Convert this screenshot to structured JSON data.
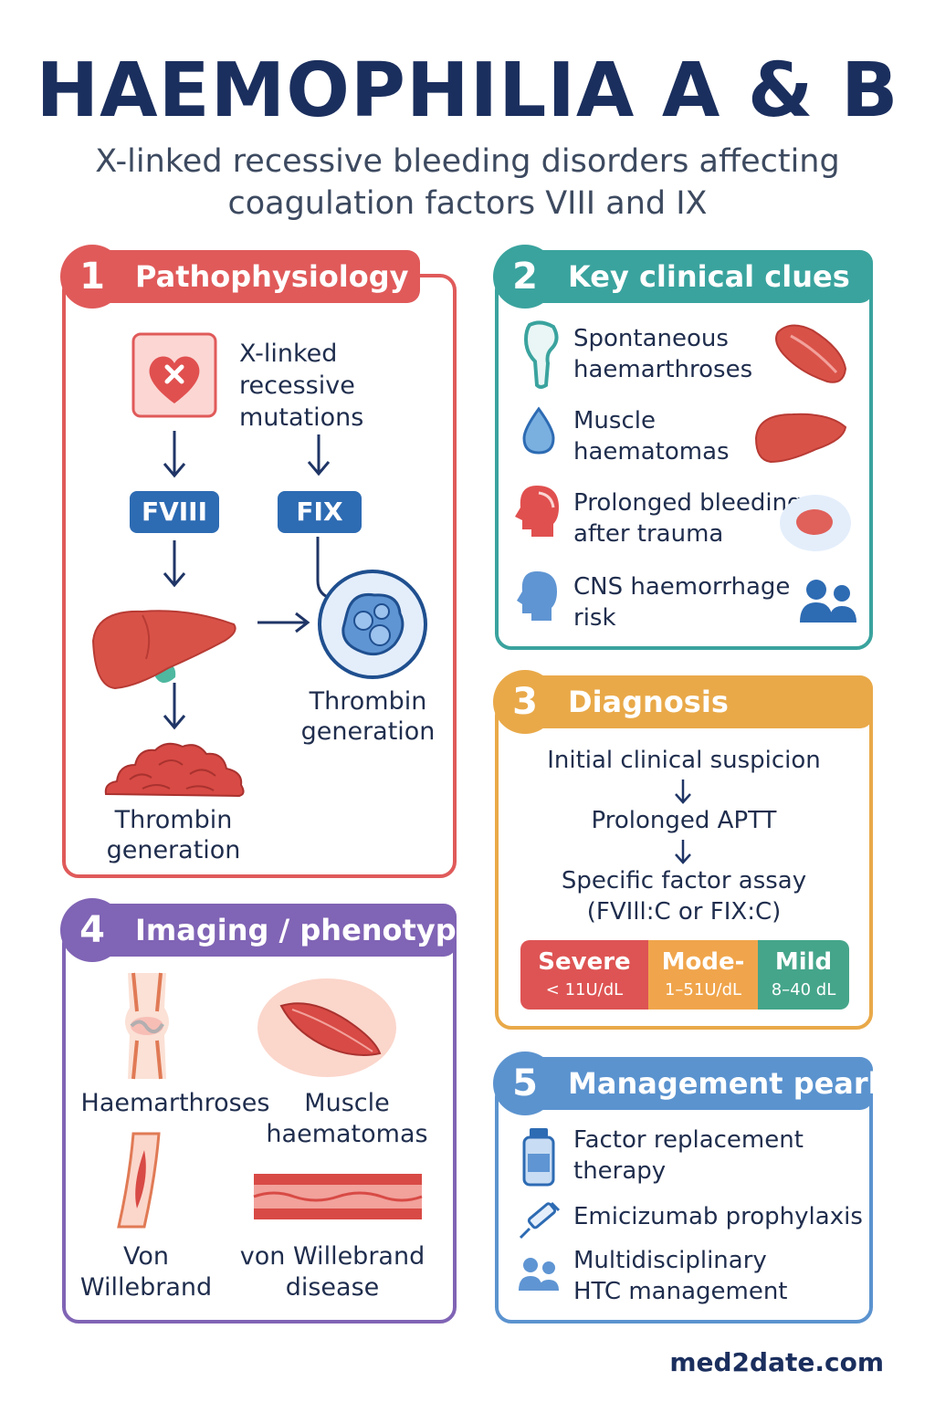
{
  "header": {
    "title": "HAEMOPHILIA A & B",
    "subtitle_line1": "X-linked recessive bleeding disorders affecting",
    "subtitle_line2": "coagulation factors VIII and IX"
  },
  "panel1": {
    "number": "1",
    "title": "Pathophysiology",
    "mutation_line1": "X-linked",
    "mutation_line2": "recessive",
    "mutation_line3": "mutations",
    "tag_f8": "FVIII",
    "tag_f9": "FIX",
    "right_label_line1": "Thrombin",
    "right_label_line2": "generation",
    "bottom_label_line1": "Thrombin",
    "bottom_label_line2": "generation",
    "color": "#e05a5a"
  },
  "panel2": {
    "number": "2",
    "title": "Key clinical clues",
    "items": [
      {
        "line1": "Spontaneous",
        "line2": "haemarthroses"
      },
      {
        "line1": "Muscle",
        "line2": "haematomas"
      },
      {
        "line1": "Prolonged bleeding",
        "line2": "after trauma"
      },
      {
        "line1": "CNS haemorrhage",
        "line2": "risk"
      }
    ],
    "color": "#3aa39e"
  },
  "panel3": {
    "number": "3",
    "title": "Diagnosis",
    "step1": "Initial clinical suspicion",
    "step2": "Prolonged APTT",
    "step3_line1": "Specific factor assay",
    "step3_line2": "(FVIll:C or FIX:C)",
    "severity": [
      {
        "label": "Severe",
        "range": "< 11U/dL",
        "color": "#de5454"
      },
      {
        "label": "Mode-",
        "range": "1–51U/dL",
        "color": "#f0a54c"
      },
      {
        "label": "Mild",
        "range": "8–40 dL",
        "color": "#45a58a"
      }
    ],
    "color": "#e9a949"
  },
  "panel4": {
    "number": "4",
    "title": "Imaging / phenotype",
    "label1": "Haemarthroses",
    "label2_line1": "Muscle",
    "label2_line2": "haematomas",
    "label3_line1": "Von",
    "label3_line2": "Willebrand",
    "label4_line1": "von Willebrand",
    "label4_line2": "disease",
    "color": "#8064b5"
  },
  "panel5": {
    "number": "5",
    "title": "Management pearls",
    "items": [
      {
        "line1": "Factor replacement",
        "line2": "therapy"
      },
      {
        "line1": "Emicizumab prophylaxis",
        "line2": ""
      },
      {
        "line1": "Multidisciplinary",
        "line2": "HTC management"
      }
    ],
    "color": "#5b93cf"
  },
  "footer": {
    "text": "med2date.com"
  }
}
